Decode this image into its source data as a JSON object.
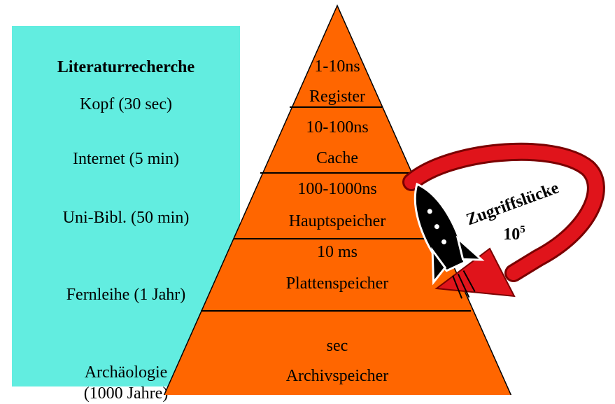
{
  "left_panel": {
    "heading": "Literaturrecherche",
    "items": [
      "Kopf (30 sec)",
      "Internet (5 min)",
      "Uni-Bibl. (50 min)",
      "Fernleihe (1 Jahr)",
      "Archäologie\n (1000 Jahre)"
    ]
  },
  "pyramid": {
    "levels": [
      {
        "time": "1-10ns",
        "name": "Register"
      },
      {
        "time": "10-100ns",
        "name": "Cache"
      },
      {
        "time": "100-1000ns",
        "name": "Hauptspeicher"
      },
      {
        "time": "10 ms",
        "name": "Plattenspeicher"
      },
      {
        "time": "sec",
        "name": "Archivspeicher"
      }
    ]
  },
  "gap_label": {
    "title": "Zugriffslücke",
    "base": "10",
    "exponent": "5"
  },
  "colors": {
    "pyramid_fill": "#ff6600",
    "panel_fill": "#62ede0",
    "arrow_fill": "#e0141b",
    "rocket_fill": "#000000"
  },
  "icons": [
    "rocket-icon",
    "curved-arrow-icon"
  ]
}
